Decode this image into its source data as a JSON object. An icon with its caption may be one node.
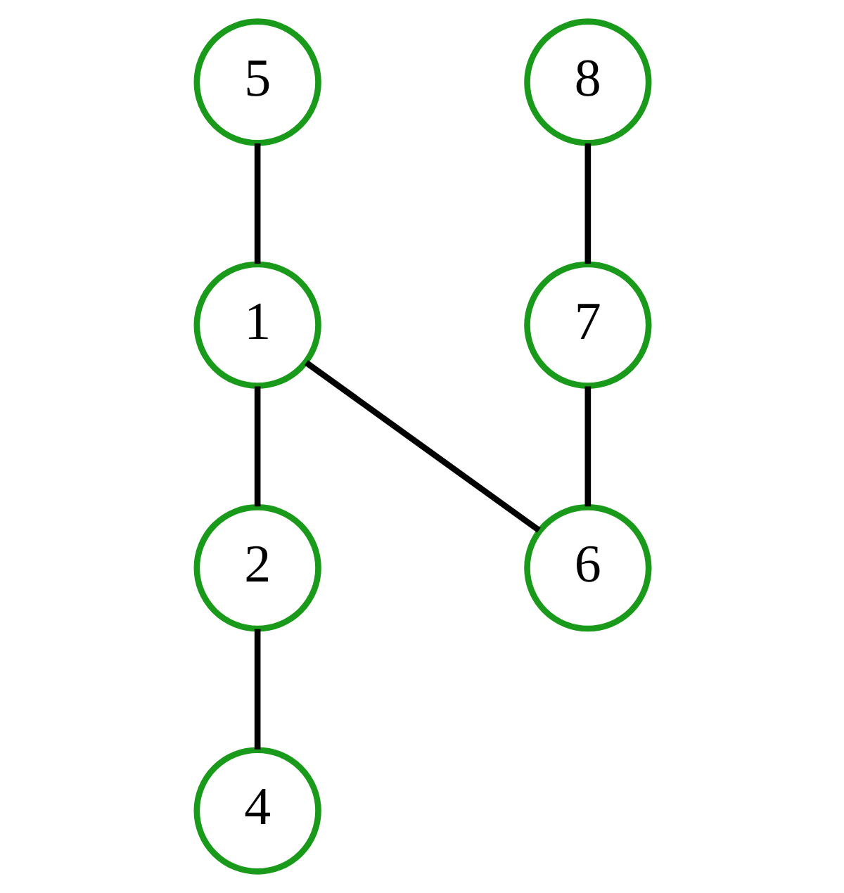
{
  "diagram": {
    "nodes": [
      {
        "text": [
          "5"
        ]
      },
      {
        "text": [
          "8"
        ]
      },
      {
        "text": [
          "1"
        ]
      },
      {
        "text": [
          "7"
        ]
      },
      {
        "text": [
          "2"
        ]
      },
      {
        "text": [
          "6"
        ]
      },
      {
        "text": [
          "4"
        ]
      }
    ],
    "edges": [
      {
        "from": 0,
        "to": 2,
        "arrow": "none"
      },
      {
        "from": 1,
        "to": 3,
        "arrow": "none"
      },
      {
        "from": 2,
        "to": 4,
        "arrow": "none"
      },
      {
        "from": 2,
        "to": 5,
        "arrow": "none"
      },
      {
        "from": 3,
        "to": 5,
        "arrow": "none"
      },
      {
        "from": 4,
        "to": 6,
        "arrow": "none"
      }
    ]
  }
}
